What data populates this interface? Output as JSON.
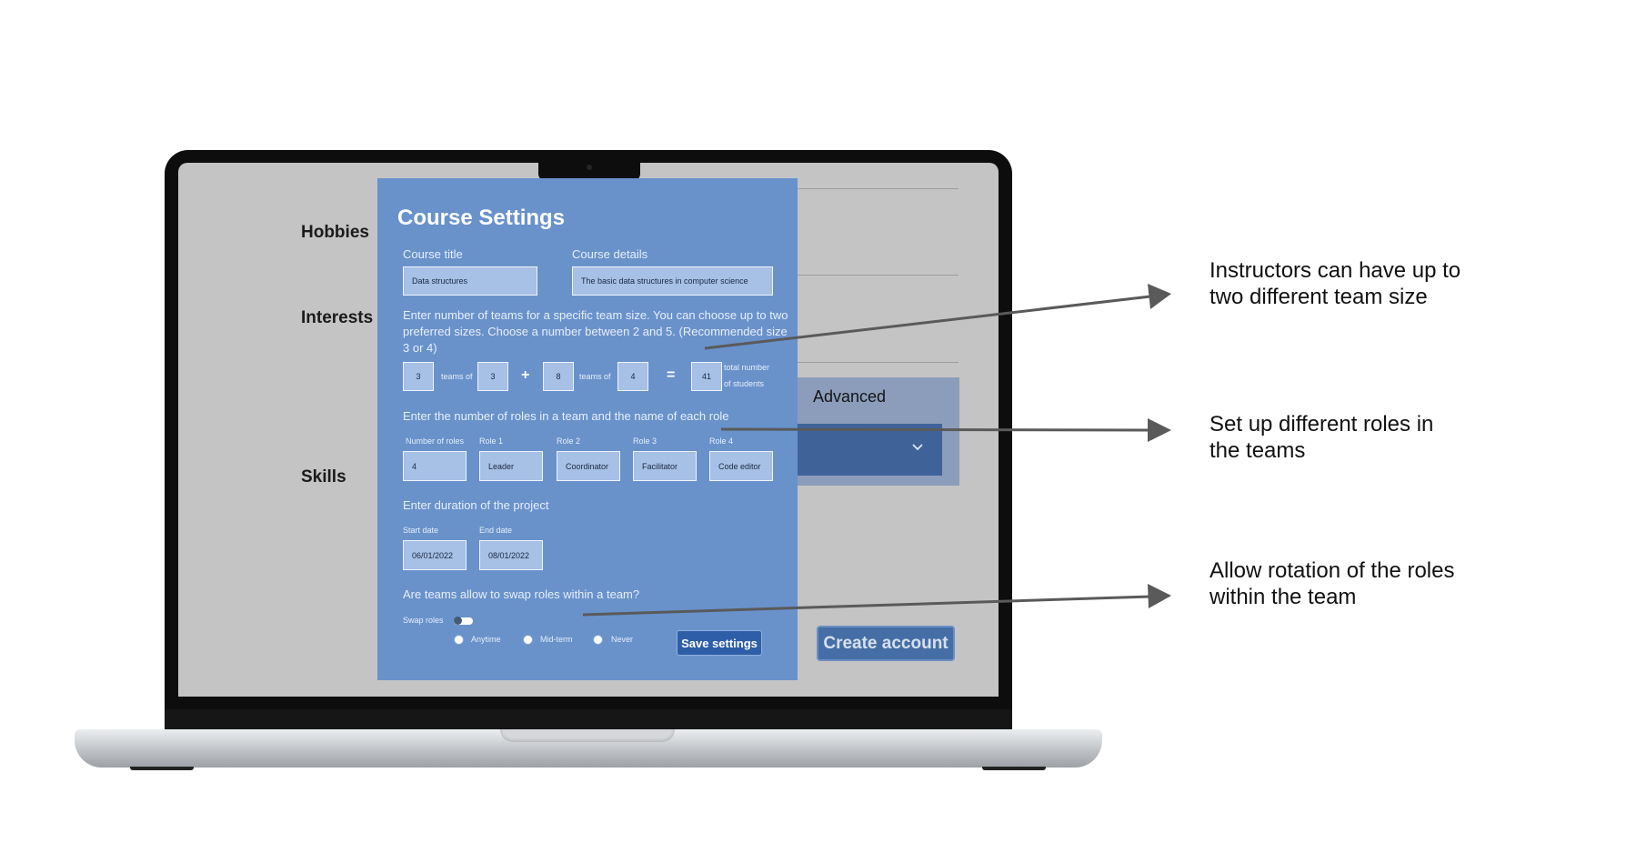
{
  "background_form": {
    "hobbies_label": "Hobbies",
    "interests_label": "Interests",
    "skills_label": "Skills",
    "advanced_label": "Advanced",
    "create_account_label": "Create account"
  },
  "modal": {
    "title": "Course Settings",
    "course_title_label": "Course title",
    "course_title_value": "Data structures",
    "course_details_label": "Course details",
    "course_details_value": "The basic data structures in computer science",
    "teams_instruction": "Enter number of teams for a specific team size. You can choose up to two preferred sizes. Choose a number between 2 and 5. (Recommended size 3 or 4)",
    "teams": {
      "group1_count": "3",
      "teams_of_label": "teams of",
      "group1_size": "3",
      "plus": "+",
      "group2_count": "8",
      "group2_size": "4",
      "equals": "=",
      "total": "41",
      "total_label_line1": "total number",
      "total_label_line2": "of students"
    },
    "roles_instruction": "Enter the number of roles in a team and the name of each role",
    "roles": {
      "number_label": "Number of roles",
      "number_value": "4",
      "items": [
        {
          "label": "Role 1",
          "value": "Leader"
        },
        {
          "label": "Role 2",
          "value": "Coordinator"
        },
        {
          "label": "Role 3",
          "value": "Facilitator"
        },
        {
          "label": "Role 4",
          "value": "Code editor"
        }
      ]
    },
    "duration_instruction": "Enter duration of the project",
    "start_date_label": "Start date",
    "start_date_value": "06/01/2022",
    "end_date_label": "End date",
    "end_date_value": "08/01/2022",
    "swap_question": "Are teams allow to swap roles within a team?",
    "swap_roles_label": "Swap roles",
    "radio_options": [
      "Anytime",
      "Mid-term",
      "Never"
    ],
    "save_label": "Save settings"
  },
  "annotations": {
    "team_size": [
      "Instructors can have up to",
      "two different team size"
    ],
    "roles": [
      "Set up different roles in",
      "the teams"
    ],
    "rotation": [
      "Allow rotation of the roles",
      "within the team"
    ]
  },
  "colors": {
    "modal_bg": "#6992cb",
    "field_bg": "#a6c0e6",
    "save_button": "#2f5ea8",
    "create_account_button": "#466ea6",
    "arrow": "#5a5a5a"
  }
}
